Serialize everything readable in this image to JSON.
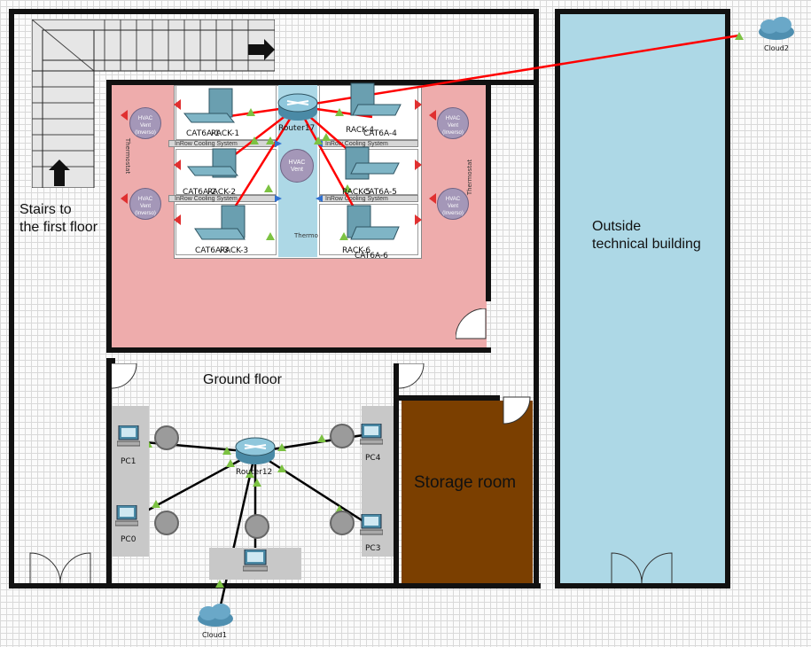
{
  "rooms": {
    "stairs": "Stairs to\nthe first floor",
    "ground_floor": "Ground floor",
    "storage": "Storage room",
    "outside": "Outside\ntechnical building"
  },
  "devices": {
    "router_main": "Router17",
    "router_ground": "Router12",
    "cloud_top": "Cloud2",
    "cloud_bottom": "Cloud1",
    "pc0": "PC0",
    "pc1": "PC1",
    "pc3": "PC3",
    "pc4": "PC4",
    "hvac_center": "HVAC\nVent"
  },
  "server_room": {
    "racks": [
      "RACK-1",
      "RACK-2",
      "RACK-3",
      "RACK-4",
      "RACK-5",
      "RACK-6"
    ],
    "cables": [
      "CAT6A-1",
      "CAT6A-2",
      "CAT6A-3",
      "CAT6A-4",
      "CAT6A-5",
      "CAT6A-6"
    ],
    "cooling": "InRow Cooling System",
    "thermostat": "Thermostat",
    "thermo_center": "Thermo",
    "hvac_inverse": "HVAC\nVent\n(Inverso)"
  },
  "colors": {
    "server_room": "#eeacac",
    "outside": "#add8e6",
    "storage": "#7b3f00",
    "link_red": "#ff0000",
    "link_black": "#000000",
    "port_green": "#7cc242"
  }
}
